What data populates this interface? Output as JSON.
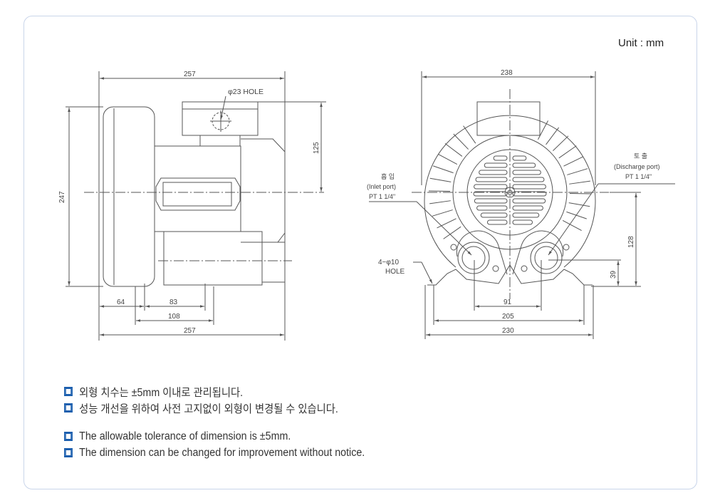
{
  "unit_label": "Unit : mm",
  "side_view": {
    "dim_top_width": "257",
    "dim_height": "247",
    "dim_box_height": "125",
    "hole_label": "φ23 HOLE",
    "dim_64": "64",
    "dim_83": "83",
    "dim_108": "108",
    "dim_bottom_width": "257"
  },
  "front_view": {
    "dim_width": "238",
    "inlet_ko": "흡 입",
    "inlet_en": "(Inlet port)",
    "inlet_size": "PT 1 1/4\"",
    "discharge_ko": "토 출",
    "discharge_en": "(Discharge port)",
    "discharge_size": "PT 1 1/4\"",
    "mount_hole_1": "4−φ10",
    "mount_hole_2": "HOLE",
    "dim_128": "128",
    "dim_39": "39",
    "dim_91": "91",
    "dim_205": "205",
    "dim_230": "230"
  },
  "notes": [
    "외형 치수는 ±5mm 이내로 관리됩니다.",
    "성능 개선을 위하여 사전 고지없이 외형이 변경될 수 있습니다.",
    "The allowable tolerance of dimension is ±5mm.",
    "The dimension can be changed for improvement without notice."
  ],
  "colors": {
    "bullet": "#1c5fae",
    "border": "#c9d5ea"
  }
}
